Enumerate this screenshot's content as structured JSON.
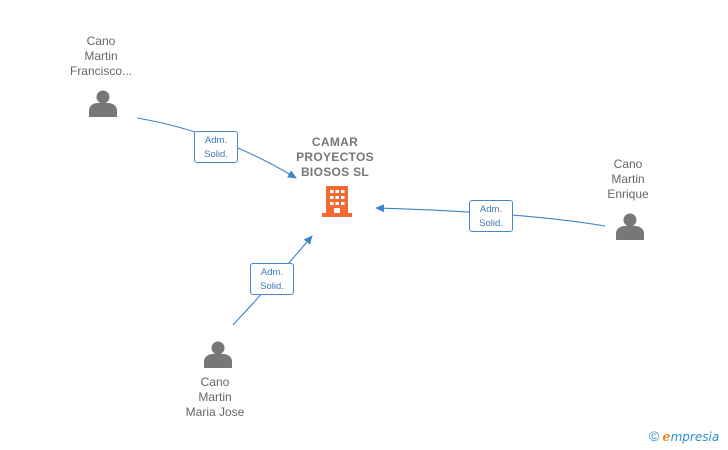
{
  "company": {
    "name": "CAMAR\nPROYECTOS\nBIOSOS  SL"
  },
  "people": [
    {
      "name": "Cano\nMartin\nFrancisco..."
    },
    {
      "name": "Cano\nMartin\nEnrique"
    },
    {
      "name": "Cano\nMartin\nMaria Jose"
    }
  ],
  "roles": [
    {
      "label": "Adm.\nSolid."
    },
    {
      "label": "Adm.\nSolid."
    },
    {
      "label": "Adm.\nSolid."
    }
  ],
  "brand": {
    "copyright": "©",
    "e": "e",
    "rest": "mpresia"
  },
  "colors": {
    "edge": "#3d85c6",
    "person": "#777777",
    "company": "#f26b35"
  },
  "icons": {
    "person": "person-icon",
    "company": "building-icon"
  }
}
